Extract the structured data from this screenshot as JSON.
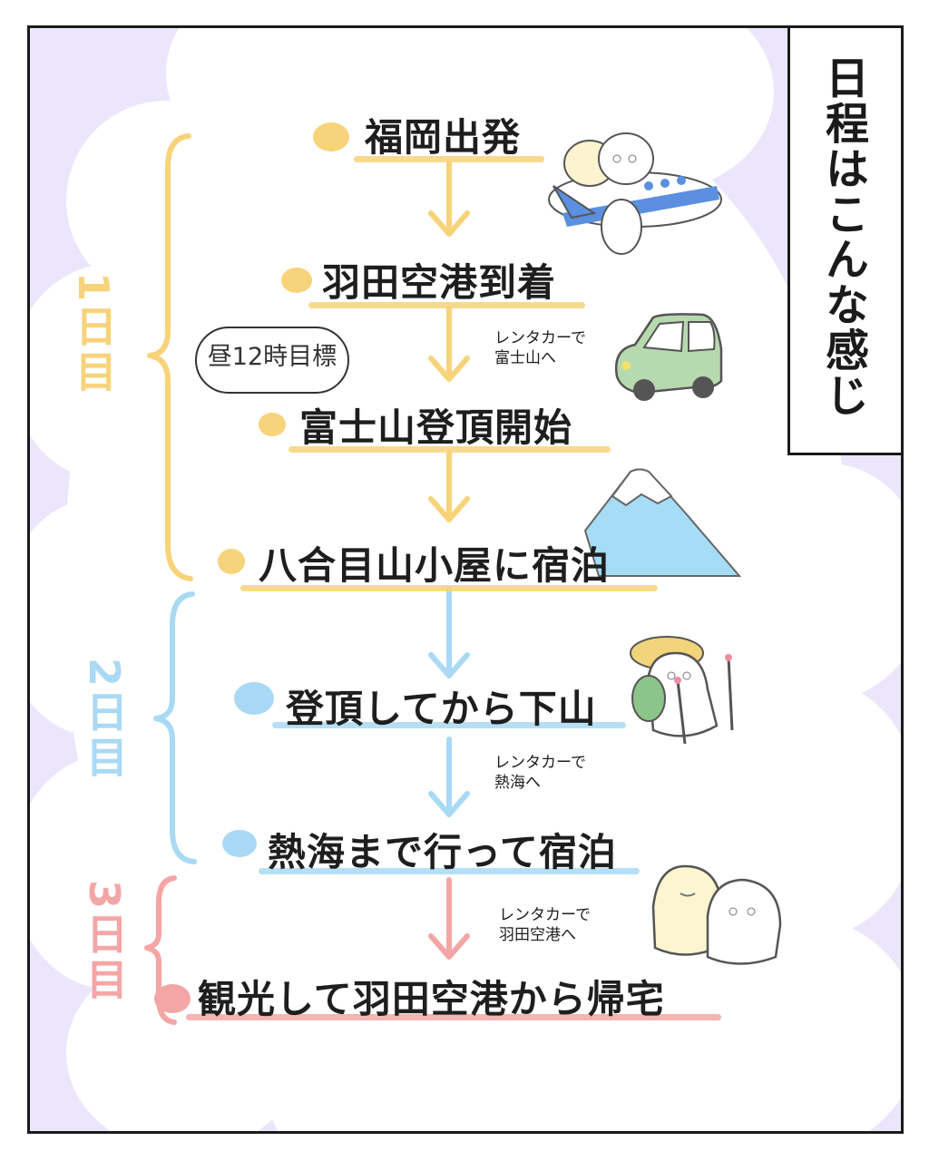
{
  "title": "日程はこんな感じ",
  "days": [
    {
      "label": "1日目",
      "color": "#f7d37a"
    },
    {
      "label": "2日目",
      "color": "#a9d9f5"
    },
    {
      "label": "3日目",
      "color": "#f4a6a6"
    }
  ],
  "stops": [
    "福岡出発",
    "羽田空港到着",
    "富士山登頂開始",
    "八合目山小屋に宿泊",
    "登頂してから下山",
    "熱海まで行って宿泊",
    "観光して羽田空港から帰宅"
  ],
  "notes": [
    {
      "line1": "レンタカーで",
      "line2": "富士山へ"
    },
    {
      "line1": "レンタカーで",
      "line2": "熱海へ"
    },
    {
      "line1": "レンタカーで",
      "line2": "羽田空港へ"
    }
  ],
  "bubble": "昼12時目標",
  "icons": [
    "airplane-icon",
    "car-icon",
    "mount-fuji-icon",
    "hiker-icon",
    "friends-icon"
  ]
}
